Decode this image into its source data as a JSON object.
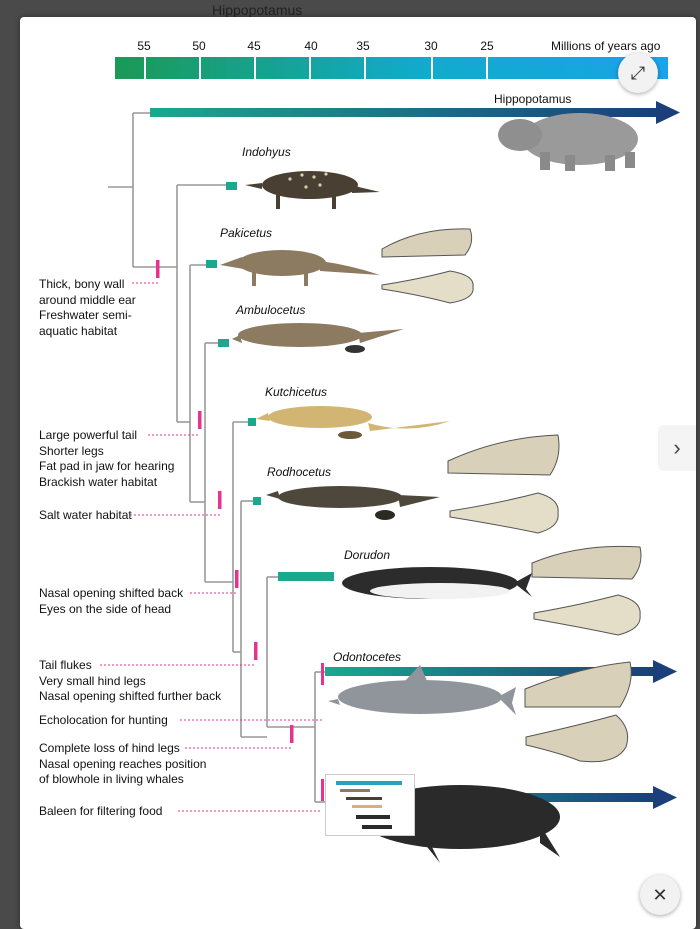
{
  "background_title": "Hippopotamus",
  "axis": {
    "title": "Millions of years ago",
    "ticks": [
      "55",
      "50",
      "45",
      "40",
      "35",
      "30",
      "25"
    ]
  },
  "hippo_label": "Hippopotamus",
  "species": {
    "indohyus": "Indohyus",
    "pakicetus": "Pakicetus",
    "ambulocetus": "Ambulocetus",
    "kutchicetus": "Kutchicetus",
    "rodhocetus": "Rodhocetus",
    "dorudon": "Dorudon",
    "odontocetes": "Odontocetes"
  },
  "traits": {
    "middle_ear": "Thick, bony wall\naround middle ear\nFreshwater semi-\naquatic habitat",
    "tail": "Large powerful tail\nShorter legs\nFat pad in jaw for hearing\nBrackish water habitat",
    "salt": "Salt water habitat",
    "nasal": "Nasal opening shifted back\nEyes on the side of head",
    "flukes": "Tail flukes\nVery small hind legs\nNasal opening shifted further back",
    "echo": "Echolocation for hunting",
    "hindlegs": "Complete loss of hind legs\nNasal opening reaches position\nof blowhole in living whales",
    "baleen": "Baleen for filtering food"
  },
  "controls": {
    "expand_glyph": "⤢",
    "next_glyph": "›",
    "close_glyph": "✕"
  },
  "colors": {
    "magenta": "#e6338f",
    "teal": "#1aa88f",
    "navy": "#1b3f7a",
    "timeline_start": "#1a9a5a",
    "timeline_end": "#1aa3e0"
  }
}
